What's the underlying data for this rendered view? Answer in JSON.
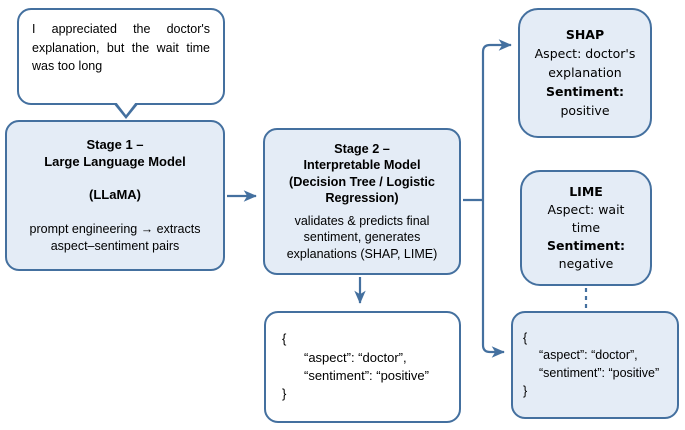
{
  "meta": {
    "figure_kind": "flowchart",
    "accent_border": "#44709f",
    "node_fill": "#e4ecf6",
    "white_fill": "#ffffff"
  },
  "speech_bubble": {
    "text": "I appreciated the doctor's explanation, but the wait time was too long"
  },
  "stage1": {
    "title_line1": "Stage 1 –",
    "title_line2": "Large Language Model",
    "subtitle": "(LLaMA)",
    "desc_line1": "prompt engineering → extracts",
    "desc_line2": "aspect–sentiment pairs"
  },
  "stage2": {
    "title_line1": "Stage 2 –",
    "title_line2": "Interpretable Model",
    "title_line3": "(Decision Tree / Logistic",
    "title_line4": "Regression)",
    "desc_line1": "validates & predicts final",
    "desc_line2": "sentiment, generates",
    "desc_line3": "explanations (SHAP, LIME)"
  },
  "shap": {
    "heading": "SHAP",
    "aspect_line1": "Aspect: doctor's",
    "aspect_line2": "explanation",
    "sentiment_label": "Sentiment:",
    "sentiment_value": "positive"
  },
  "lime": {
    "heading": "LIME",
    "aspect_line1": "Aspect: wait",
    "aspect_line2": "time",
    "sentiment_label": "Sentiment:",
    "sentiment_value": "negative"
  },
  "json_middle": {
    "line1": "{",
    "line2": "“aspect”: “doctor”,",
    "line3": "“sentiment”: “positive”",
    "line4": "}"
  },
  "json_right": {
    "line1": "{",
    "line2": "“aspect”: “doctor”,",
    "line3": "“sentiment”: “positive”",
    "line4": "}"
  }
}
